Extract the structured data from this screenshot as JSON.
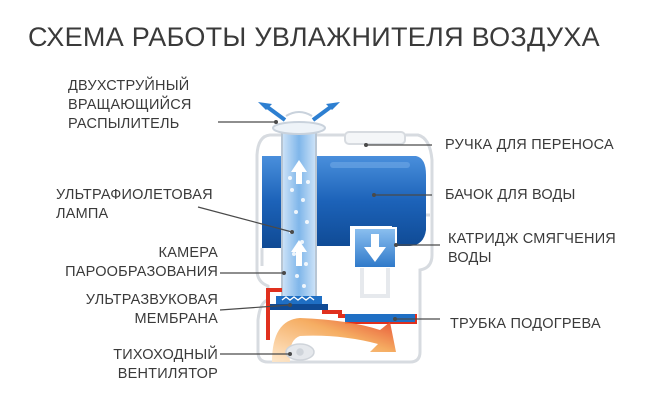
{
  "title": "СХЕМА РАБОТЫ УВЛАЖНИТЕЛЯ ВОЗДУХА",
  "labels": {
    "sprayer": [
      "ДВУХСТРУЙНЫЙ",
      "ВРАЩАЮЩИЙСЯ",
      "РАСПЫЛИТЕЛЬ"
    ],
    "uv_lamp": [
      "УЛЬТРАФИОЛЕТОВАЯ",
      "ЛАМПА"
    ],
    "chamber": [
      "КАМЕРА",
      "ПАРООБРАЗОВАНИЯ"
    ],
    "membrane": [
      "УЛЬТРАЗВУКОВАЯ",
      "МЕМБРАНА"
    ],
    "fan": [
      "ТИХОХОДНЫЙ",
      "ВЕНТИЛЯТОР"
    ],
    "handle": [
      "РУЧКА ДЛЯ ПЕРЕНОСА"
    ],
    "tank": [
      "БАЧОК ДЛЯ ВОДЫ"
    ],
    "cartridge": [
      "КАТРИДЖ СМЯГЧЕНИЯ",
      "ВОДЫ"
    ],
    "heater_tube": [
      "ТРУБКА ПОДОГРЕВА"
    ]
  },
  "colors": {
    "water_blue": "#1f6fc4",
    "tank_dark": "#1456a8",
    "heat_red": "#e0301e",
    "heat_orange": "#f59a3a",
    "outline": "#d7dbe0",
    "text": "#3a3a3a"
  }
}
